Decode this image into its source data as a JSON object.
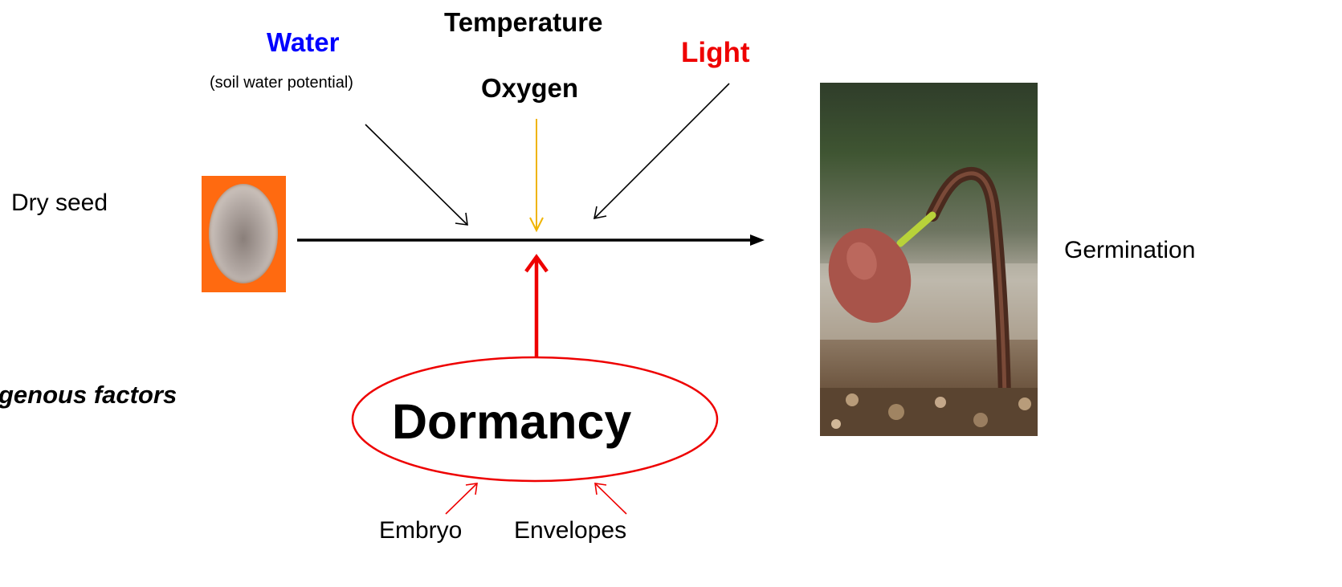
{
  "factors": {
    "water": "Water",
    "water_note": "(soil water potential)",
    "temperature": "Temperature",
    "oxygen": "Oxygen",
    "light": "Light"
  },
  "stages": {
    "dry_seed": "Dry seed",
    "germination": "Germination"
  },
  "exogenous_label": "genous factors",
  "dormancy": {
    "label": "Dormancy",
    "causes": [
      "Embryo",
      "Envelopes"
    ]
  },
  "colors": {
    "water": "#0000ff",
    "light": "#ee0000",
    "oxygen_arrow": "#f0b400",
    "dormancy": "#ee0000",
    "seed_background": "#ff6a10"
  }
}
